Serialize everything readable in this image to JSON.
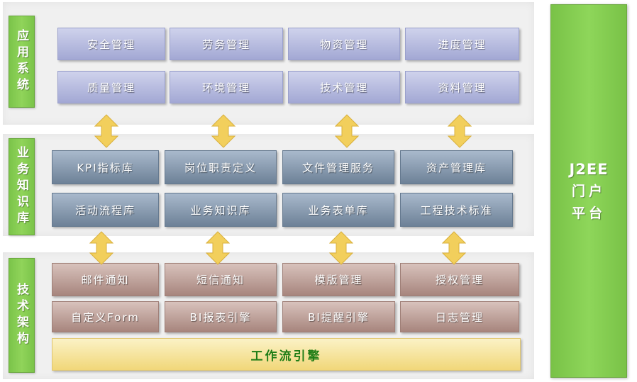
{
  "layers": {
    "app": {
      "label": "应用系统",
      "items": [
        "安全管理",
        "劳务管理",
        "物资管理",
        "进度管理",
        "质量管理",
        "环境管理",
        "技术管理",
        "资料管理"
      ]
    },
    "biz": {
      "label": "业务知识库",
      "items": [
        "KPI指标库",
        "岗位职责定义",
        "文件管理服务",
        "资产管理库",
        "活动流程库",
        "业务知识库",
        "业务表单库",
        "工程技术标准"
      ]
    },
    "tech": {
      "label": "技术架构",
      "items": [
        "邮件通知",
        "短信通知",
        "模版管理",
        "授权管理",
        "自定义Form",
        "BI报表引擎",
        "BI提醒引擎",
        "日志管理"
      ],
      "engine": "工作流引擎"
    }
  },
  "portal": {
    "line1": "J2EE",
    "line2": "门户",
    "line3": "平台"
  },
  "colors": {
    "side_green": "#7bc44a",
    "app_box": "#a3a8d4",
    "biz_box": "#6d8197",
    "tech_box": "#a7857d",
    "engine_text": "#1f7d16",
    "arrow": "#f2cf5c"
  }
}
